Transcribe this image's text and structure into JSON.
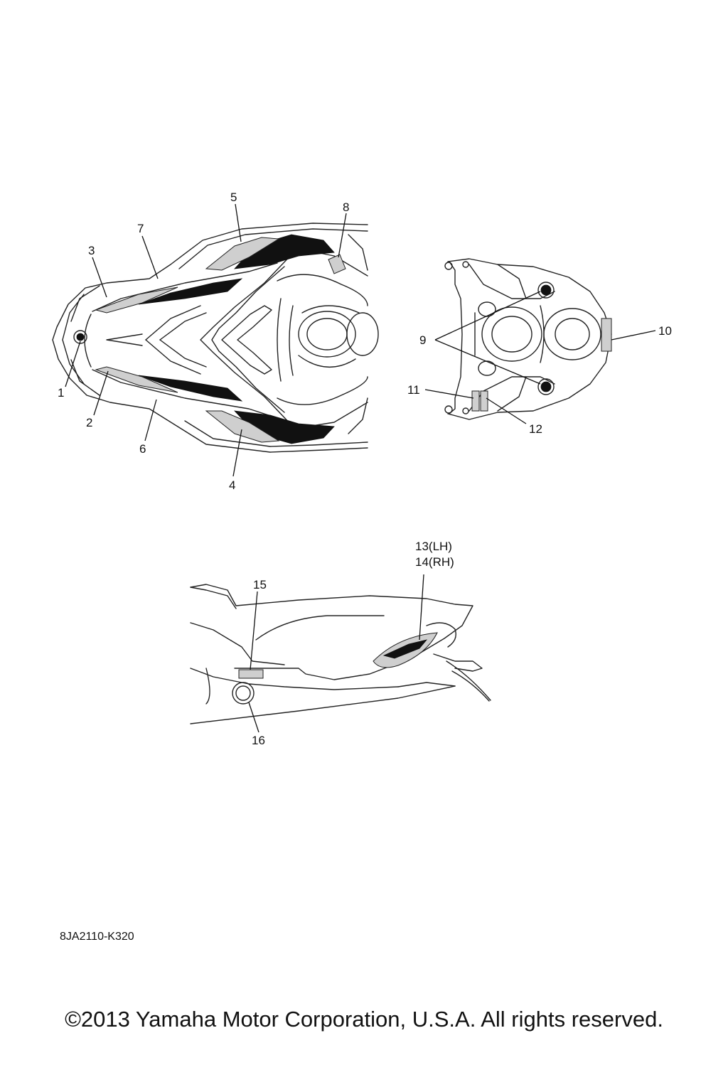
{
  "callouts": {
    "c1": "1",
    "c2": "2",
    "c3": "3",
    "c4": "4",
    "c5": "5",
    "c6": "6",
    "c7": "7",
    "c8": "8",
    "c9": "9",
    "c10": "10",
    "c11": "11",
    "c12": "12",
    "c13": "13(LH)",
    "c14": "14(RH)",
    "c15": "15",
    "c16": "16"
  },
  "drawing_code": "8JA2110-K320",
  "copyright": "©2013 Yamaha Motor Corporation, U.S.A. All rights reserved."
}
